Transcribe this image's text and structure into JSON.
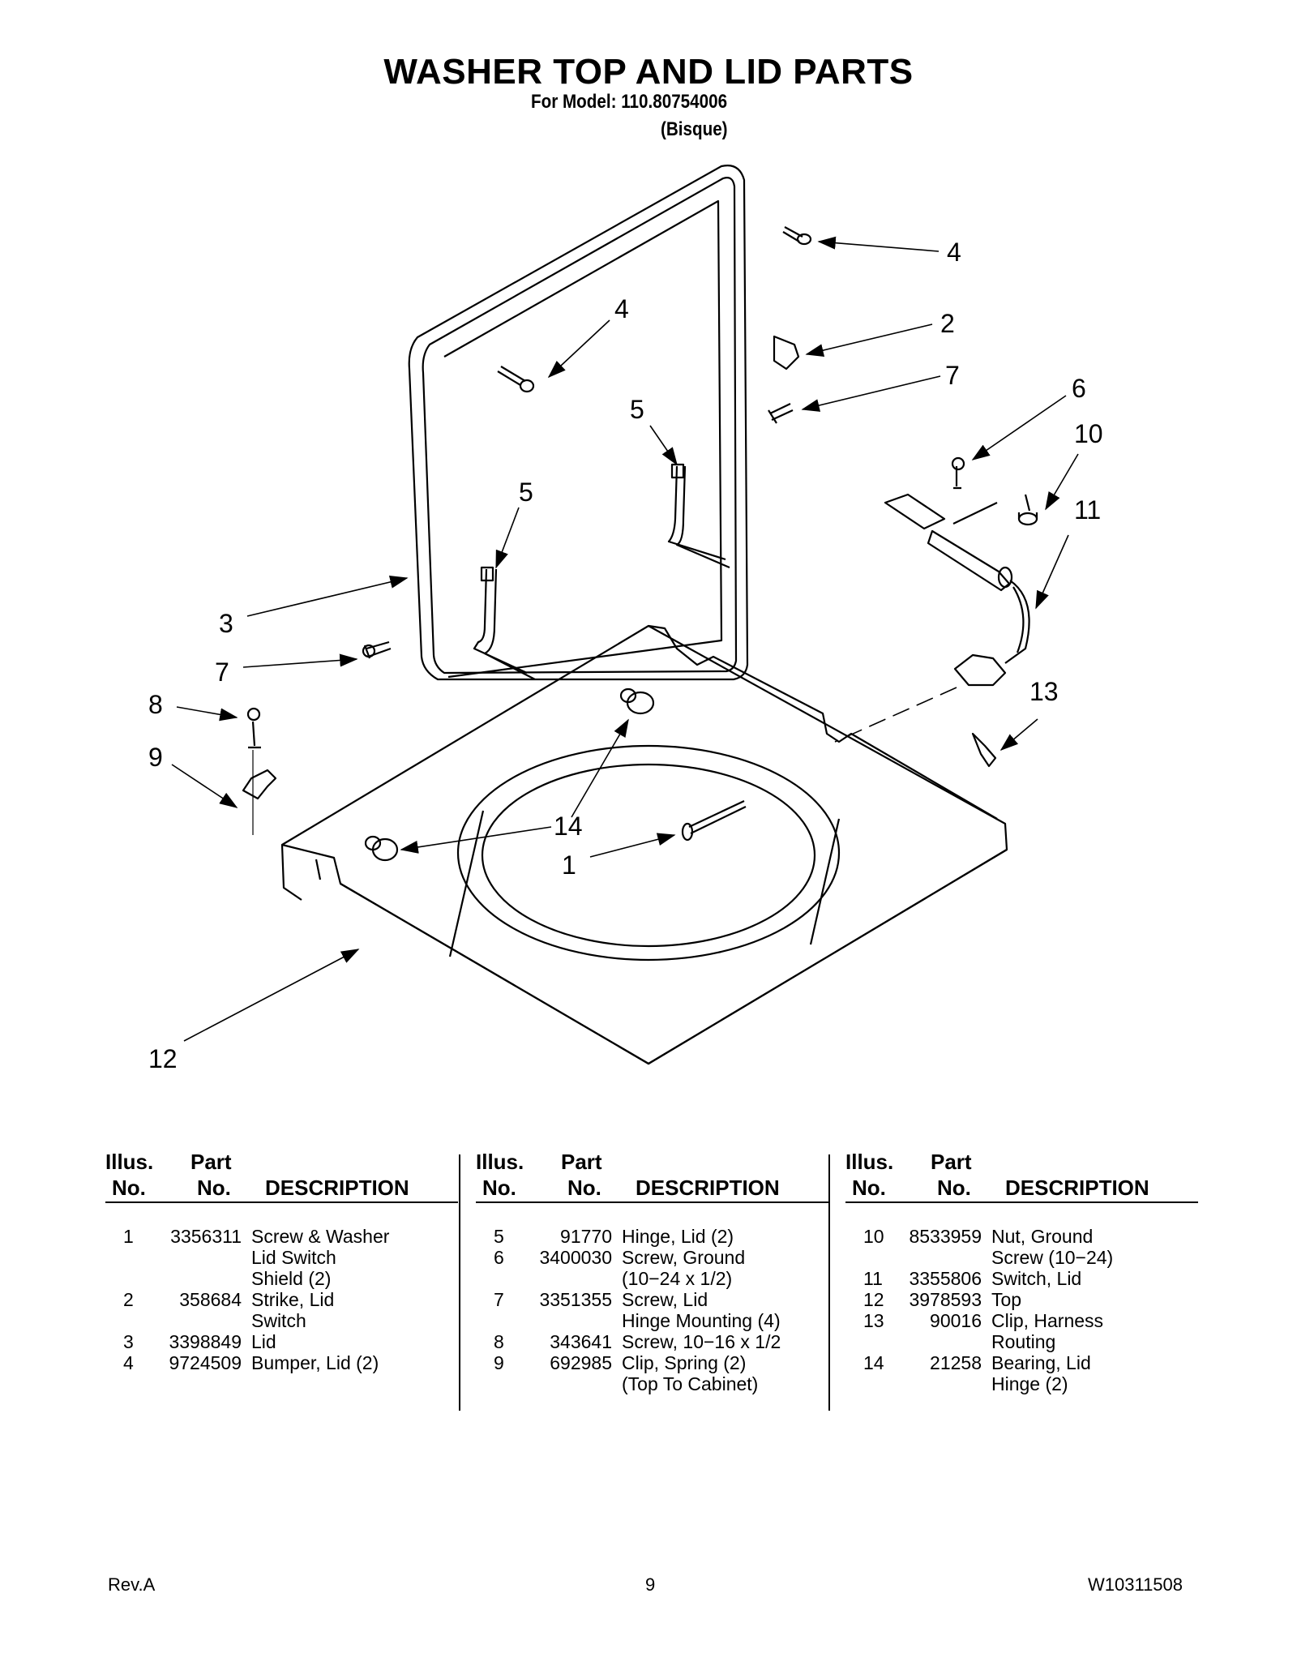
{
  "header": {
    "title": "WASHER TOP AND LID PARTS",
    "model": "For Model: 110.80754006",
    "color": "(Bisque)"
  },
  "diagram": {
    "callouts": [
      "4",
      "4",
      "2",
      "7",
      "6",
      "10",
      "5",
      "5",
      "11",
      "3",
      "7",
      "8",
      "13",
      "9",
      "14",
      "1",
      "12"
    ]
  },
  "table": {
    "headers": {
      "illus": [
        "Illus.",
        "No."
      ],
      "part": [
        "Part",
        "No."
      ],
      "desc": "DESCRIPTION"
    },
    "columns": [
      [
        {
          "illus": "1",
          "part": "3356311",
          "desc": "Screw & Washer\nLid Switch\nShield (2)"
        },
        {
          "illus": "2",
          "part": "358684",
          "desc": "Strike, Lid\nSwitch"
        },
        {
          "illus": "3",
          "part": "3398849",
          "desc": "Lid"
        },
        {
          "illus": "4",
          "part": "9724509",
          "desc": "Bumper, Lid (2)"
        }
      ],
      [
        {
          "illus": "5",
          "part": "91770",
          "desc": "Hinge, Lid (2)"
        },
        {
          "illus": "6",
          "part": "3400030",
          "desc": "Screw, Ground\n(10−24 x 1/2)"
        },
        {
          "illus": "7",
          "part": "3351355",
          "desc": "Screw, Lid\nHinge Mounting (4)"
        },
        {
          "illus": "8",
          "part": "343641",
          "desc": "Screw, 10−16 x 1/2"
        },
        {
          "illus": "9",
          "part": "692985",
          "desc": "Clip, Spring (2)\n(Top To Cabinet)"
        }
      ],
      [
        {
          "illus": "10",
          "part": "8533959",
          "desc": "Nut, Ground\nScrew (10−24)"
        },
        {
          "illus": "11",
          "part": "3355806",
          "desc": "Switch, Lid"
        },
        {
          "illus": "12",
          "part": "3978593",
          "desc": "Top"
        },
        {
          "illus": "13",
          "part": "90016",
          "desc": "Clip, Harness\nRouting"
        },
        {
          "illus": "14",
          "part": "21258",
          "desc": "Bearing, Lid\nHinge (2)"
        }
      ]
    ]
  },
  "footer": {
    "rev": "Rev.A",
    "page": "9",
    "doc_number": "W10311508"
  }
}
